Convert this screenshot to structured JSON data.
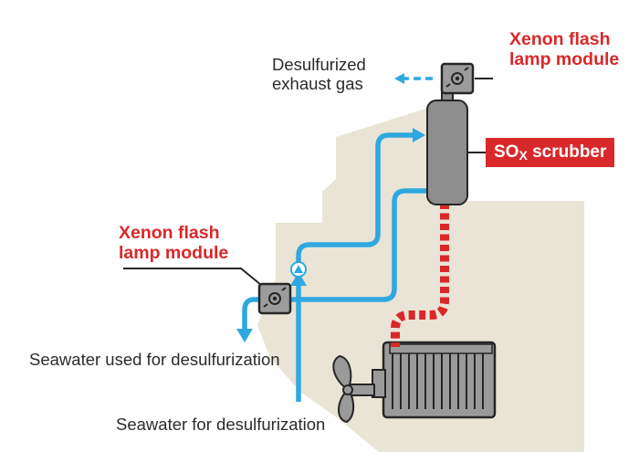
{
  "colors": {
    "hull": "#e9e4d5",
    "pipe": "#2fa8e0",
    "exhaust_red": "#d9282a",
    "label_red": "#d9282a",
    "scrubber": "#8d8d8d",
    "engine": "#9a9a9a",
    "text": "#2b2b2b"
  },
  "labels": {
    "xenon_top": [
      "Xenon flash",
      "lamp module"
    ],
    "xenon_left": [
      "Xenon flash",
      "lamp module"
    ],
    "desulfurized_exhaust": [
      "Desulfurized",
      "exhaust gas"
    ],
    "scrubber_main": "SO",
    "scrubber_sub": "X",
    "scrubber_tail": " scrubber",
    "seawater_used": "Seawater used for desulfurization",
    "seawater_in": "Seawater for desulfurization"
  },
  "icons": {
    "lamp_module": "lamp-module-icon",
    "pump": "pump-icon",
    "propeller": "propeller-icon",
    "engine": "engine-icon"
  }
}
